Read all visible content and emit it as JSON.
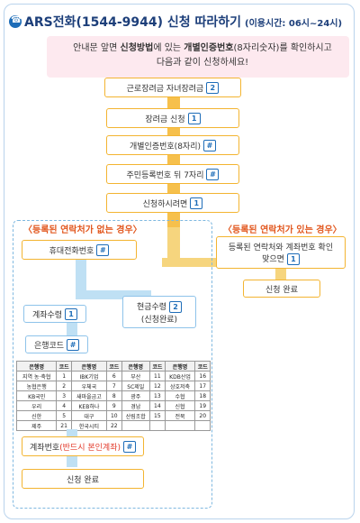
{
  "header": {
    "title": "ARS전화(1544-9944) 신청 따라하기",
    "hours": "(이용시간: 06시~24시)"
  },
  "instructions": {
    "part1": "안내문 앞면 ",
    "part2": "신청방법",
    "part3": "에 있는 ",
    "part4": "개별인증번호",
    "part5": "(8자리숫자)",
    "part6": "를 확인하시고",
    "line2": "다음과 같이 신청하세요!"
  },
  "steps": [
    {
      "label": "근로장려금 자녀장려금",
      "key": "2"
    },
    {
      "label": "장려금 신청",
      "key": "1"
    },
    {
      "label": "개별인증번호(8자리)",
      "key": "#"
    },
    {
      "label": "주민등록번호 뒤 7자리",
      "key": "#"
    },
    {
      "label": "신청하시려면",
      "key": "1"
    }
  ],
  "left_case": {
    "title": "〈등록된 연락처가 없는 경우〉",
    "mobile": {
      "label": "휴대전화번호",
      "key": "#"
    },
    "account_receipt": {
      "label": "계좌수령",
      "key": "1"
    },
    "cash_receipt": {
      "label": "현금수령",
      "sub": "(신청완료)",
      "key": "2"
    },
    "bank_code": {
      "label": "은행코드",
      "key": "#"
    },
    "account_number": {
      "label": "계좌번호",
      "red": "(반드시 본인계좌)",
      "key": "#"
    },
    "done": "신청 완료"
  },
  "right_case": {
    "title": "〈등록된 연락처가 있는 경우〉",
    "confirm": {
      "line1": "등록된 연락처와 계좌번호 확인",
      "line2": "맞으면",
      "key": "1"
    },
    "done": "신청 완료"
  },
  "bank_table": {
    "header": [
      "은행명",
      "코드",
      "은행명",
      "코드",
      "은행명",
      "코드",
      "은행명",
      "코드"
    ],
    "rows": [
      [
        "지역 농·축협",
        "1",
        "IBK기업",
        "6",
        "부산",
        "11",
        "KDB산업",
        "16"
      ],
      [
        "농협은행",
        "2",
        "우체국",
        "7",
        "SC제일",
        "12",
        "상호저축",
        "17"
      ],
      [
        "KB국민",
        "3",
        "새마을금고",
        "8",
        "광주",
        "13",
        "수협",
        "18"
      ],
      [
        "우리",
        "4",
        "KEB하나",
        "9",
        "경남",
        "14",
        "신협",
        "19"
      ],
      [
        "신한",
        "5",
        "대구",
        "10",
        "산림조합",
        "15",
        "전북",
        "20"
      ],
      [
        "제주",
        "21",
        "한국시티",
        "22",
        "",
        "",
        "",
        ""
      ]
    ]
  },
  "colors": {
    "spine": "#f6c04c",
    "branch": "#bfe0f4",
    "accent": "#e2571e",
    "title": "#1d3f7a"
  }
}
